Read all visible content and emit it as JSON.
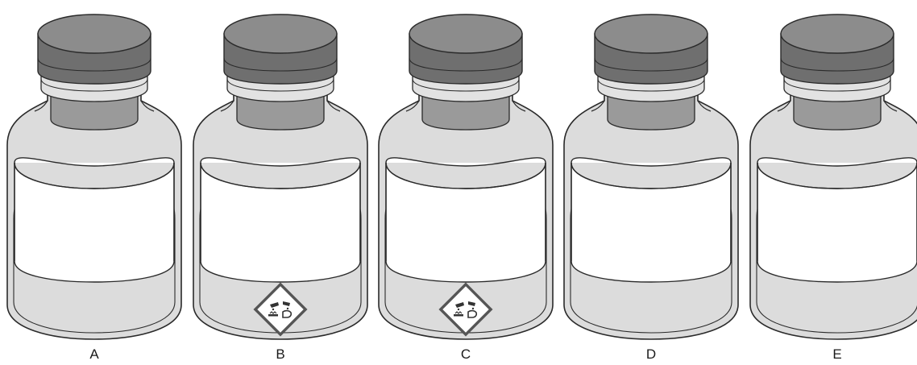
{
  "colors": {
    "cap_side": "#6f6f6f",
    "cap_top": "#8c8c8c",
    "collar": "#e2e2e2",
    "neck": "#9a9a9a",
    "glass": "#dcdcdc",
    "label": "#ffffff",
    "outline": "#2a2a2a"
  },
  "bottles": [
    {
      "letter": "A",
      "hazard": false,
      "icon": "none"
    },
    {
      "letter": "B",
      "hazard": true,
      "icon": "corrosive-pictogram"
    },
    {
      "letter": "C",
      "hazard": true,
      "icon": "corrosive-pictogram"
    },
    {
      "letter": "D",
      "hazard": false,
      "icon": "none"
    },
    {
      "letter": "E",
      "hazard": false,
      "icon": "none"
    }
  ]
}
